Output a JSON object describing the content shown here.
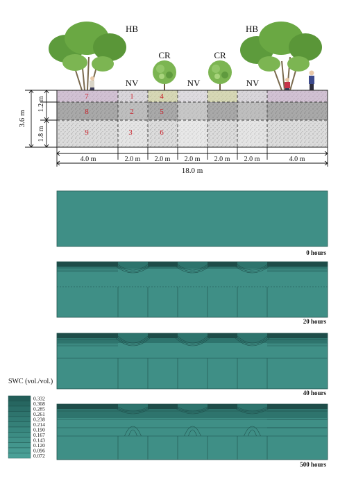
{
  "vegetation": {
    "hb_label": "HB",
    "cr_label": "CR",
    "nv_label": "NV"
  },
  "dimensions": {
    "total_depth": "3.6 m",
    "depth_top": "1.2 m",
    "depth_bottom": "1.8 m",
    "total_width": "18.0 m",
    "segments": [
      "4.0 m",
      "2.0 m",
      "2.0 m",
      "2.0 m",
      "2.0 m",
      "2.0 m",
      "4.0 m"
    ]
  },
  "zones": [
    "1",
    "2",
    "3",
    "4",
    "5",
    "6",
    "7",
    "8",
    "9"
  ],
  "panels": [
    {
      "label": "0 hours"
    },
    {
      "label": "20 hours"
    },
    {
      "label": "40 hours"
    },
    {
      "label": "500 hours"
    }
  ],
  "legend": {
    "title": "SWC (vol./vol.)",
    "values": [
      "0.332",
      "0.308",
      "0.285",
      "0.261",
      "0.238",
      "0.214",
      "0.190",
      "0.167",
      "0.143",
      "0.120",
      "0.096",
      "0.072"
    ],
    "colors": [
      "#235e59",
      "#266660",
      "#2a6d67",
      "#2e746d",
      "#317a73",
      "#358078",
      "#38867e",
      "#3c8c83",
      "#409188",
      "#43968d",
      "#479b92",
      "#4aa097"
    ]
  },
  "colors": {
    "soil_top": "#cdc8cf",
    "soil_mid": "#a9a9a9",
    "soil_bottom": "#dcdcdc",
    "panel_base": "#3f8f86",
    "panel_dark": "#2b6d66",
    "line": "#1f4f4b"
  }
}
